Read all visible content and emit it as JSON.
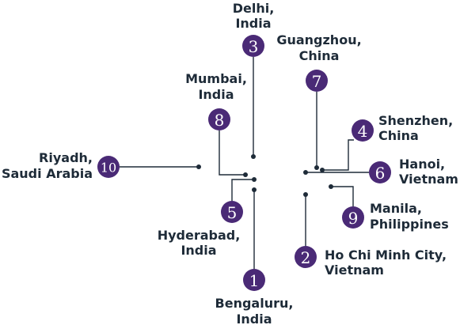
{
  "colors": {
    "badge": "#4a2a76",
    "line": "#1e2b38",
    "text": "#1e2b38"
  },
  "cities": [
    {
      "number": "1",
      "line1": "Bengaluru,",
      "line2": "India"
    },
    {
      "number": "2",
      "line1": "Ho Chi Minh City,",
      "line2": "Vietnam"
    },
    {
      "number": "3",
      "line1": "Delhi,",
      "line2": "India"
    },
    {
      "number": "4",
      "line1": "Shenzhen,",
      "line2": "China"
    },
    {
      "number": "5",
      "line1": "Hyderabad,",
      "line2": "India"
    },
    {
      "number": "6",
      "line1": "Hanoi,",
      "line2": "Vietnam"
    },
    {
      "number": "7",
      "line1": "Guangzhou,",
      "line2": "China"
    },
    {
      "number": "8",
      "line1": "Mumbai,",
      "line2": "India"
    },
    {
      "number": "9",
      "line1": "Manila,",
      "line2": "Philippines"
    },
    {
      "number": "10",
      "line1": "Riyadh,",
      "line2": "Saudi Arabia"
    }
  ]
}
